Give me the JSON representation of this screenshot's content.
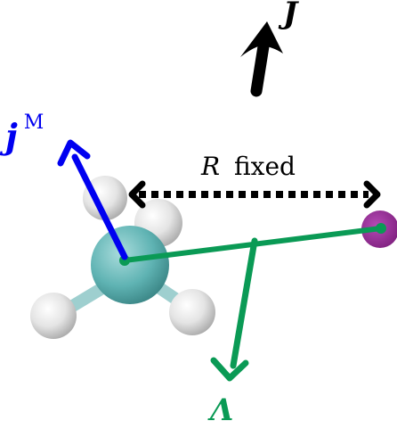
{
  "labels": {
    "J": "J",
    "jM_base": "j",
    "jM_sup": "M",
    "R_symbol": "R",
    "R_text": " fixed",
    "Lambda": "Λ"
  },
  "colors": {
    "J_arrow": "#000000",
    "jM_arrow": "#0000f0",
    "Lambda_arrow": "#0a9a55",
    "bond_line": "#0a9a55",
    "R_arrow": "#000000",
    "central_atom": "#5fb3b3",
    "hydrogen_atom": "#e6e6e6",
    "partner_atom": "#9a2a9a",
    "atom_dot": "#0a9a55"
  },
  "icons": {
    "J_arrow": "bold-up-arrow",
    "jM_arrow": "blue-arrow",
    "Lambda_arrow": "green-down-arrow",
    "R_arrow": "dotted-double-arrow",
    "molecule": "ch4-ball-model",
    "partner": "atom-sphere"
  }
}
